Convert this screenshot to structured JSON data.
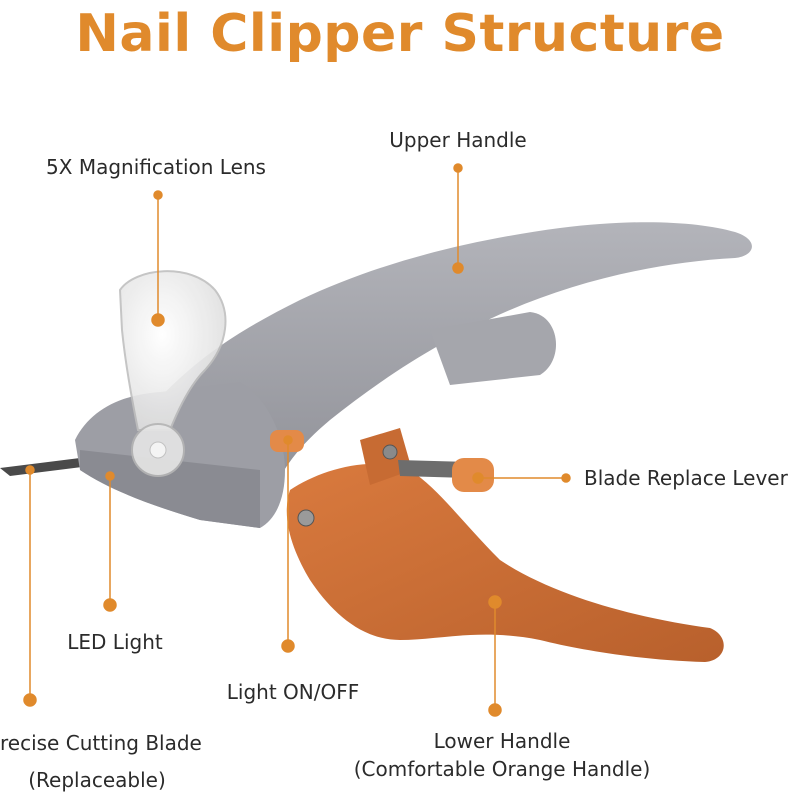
{
  "title": "Nail Clipper Structure",
  "accent_color": "#e08a2c",
  "labels": {
    "upper_handle": "Upper Handle",
    "magnification_lens": "5X Magnification Lens",
    "blade_replace_lever": "Blade Replace Lever",
    "led_light": "LED Light",
    "light_on_off": "Light ON/OFF",
    "precise_cutting_blade": "recise Cutting Blade",
    "precise_cutting_blade_note": "(Replaceable)",
    "lower_handle": "Lower Handle",
    "lower_handle_note": "(Comfortable Orange Handle)"
  }
}
